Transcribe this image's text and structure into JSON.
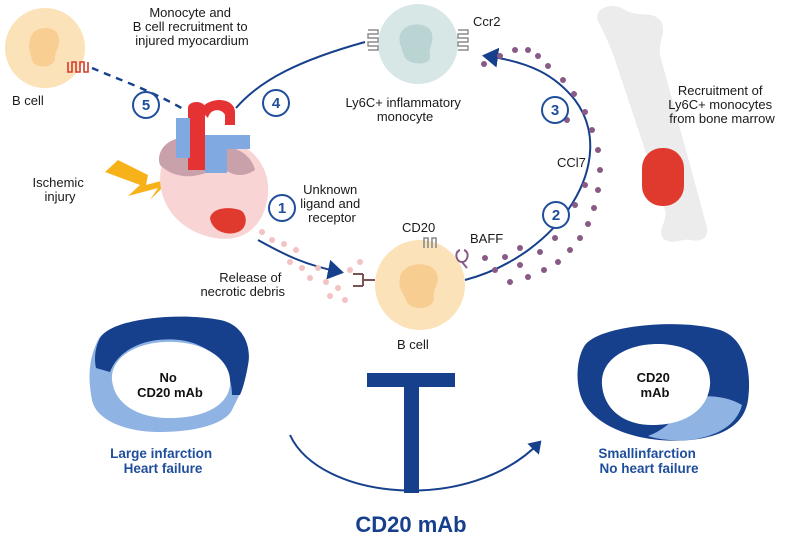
{
  "colors": {
    "navy": "#163f8c",
    "light_blue": "#8fb3e2",
    "dot_purple": "#8a5a86",
    "pink_dot": "#f3c2c2",
    "heart_red": "#e03030",
    "lightning": "#f7b21a",
    "b_cell": "#f9d9a8",
    "monocyte": "#d5e6e6",
    "bone": "#ececec"
  },
  "labels": {
    "b_cell_top": "B cell",
    "recruitment_injured": [
      "Monocyte and",
      "B cell recruitment to",
      "injured myocardium"
    ],
    "ccr2": "Ccr2",
    "ly6c_monocyte": [
      "Ly6C+ inflammatory",
      "monocyte"
    ],
    "recruitment_bone_marrow": [
      "Recruitment of",
      "Ly6C+ monocytes",
      "from bone marrow"
    ],
    "ischemic": [
      "Ischemic",
      "injury"
    ],
    "ccl7": "CCl7",
    "unknown_ligand": [
      "Unknown",
      "ligand and",
      "receptor"
    ],
    "cd20": "CD20",
    "baff": "BAFF",
    "necrotic": [
      "Release of",
      "necrotic debris"
    ],
    "b_cell_bottom": "B cell",
    "no_cd20": [
      "No",
      "CD20 mAb"
    ],
    "large_infarction": [
      "Large infarction",
      "Heart failure"
    ],
    "cd20_in_heart": [
      "CD20",
      "mAb"
    ],
    "small_infarction": [
      "Smallinfarction",
      "No heart failure"
    ],
    "cd20_mab_bottom": "CD20 mAb"
  },
  "steps": [
    "1",
    "2",
    "3",
    "4",
    "5"
  ]
}
